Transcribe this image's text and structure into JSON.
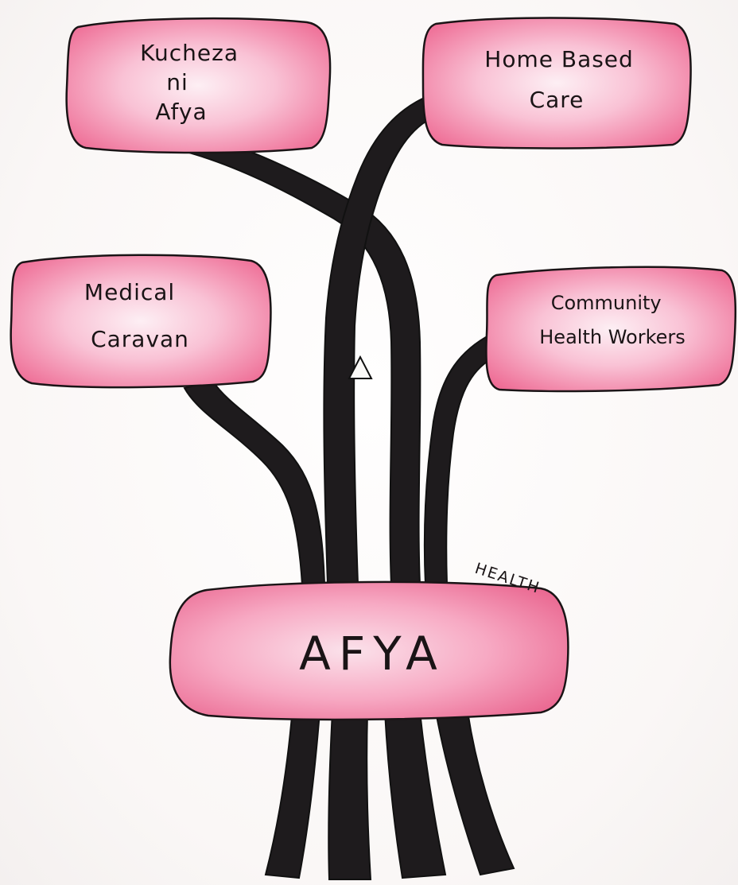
{
  "colors": {
    "box_pink": "#f27aa0",
    "box_light": "#fde6ee",
    "stem": "#1e1b1d",
    "outline": "#1a1416"
  },
  "center": {
    "label": "AFYA",
    "annotation": "HEALTH"
  },
  "nodes": {
    "kucheza": {
      "lines": [
        "Kucheza",
        "ni",
        "Afya"
      ]
    },
    "home_based_care": {
      "lines": [
        "Home  Based",
        "Care"
      ]
    },
    "medical_caravan": {
      "lines": [
        "Medical",
        "Caravan"
      ]
    },
    "community_health_workers": {
      "lines": [
        "Community",
        "Health  Workers"
      ]
    }
  },
  "symbols": {
    "stem_mark": "triangle-icon"
  }
}
